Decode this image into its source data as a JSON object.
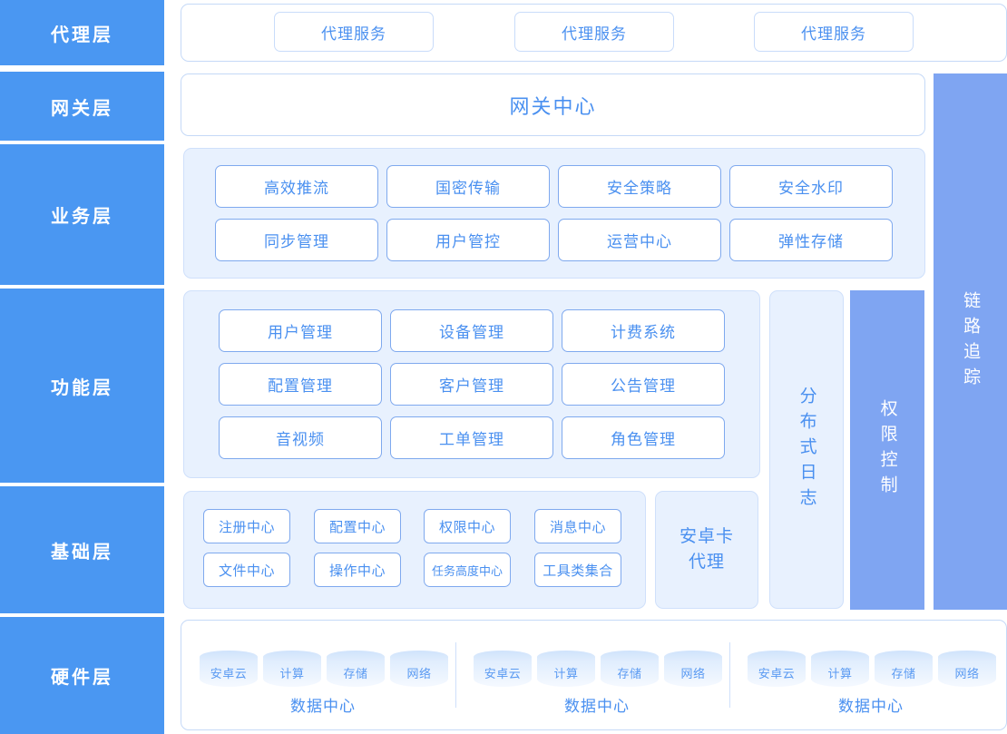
{
  "colors": {
    "sidebar_bg": "#4a97f2",
    "accent_text": "#4a90f0",
    "chip_border": "#7fa9ee",
    "tint_bg": "#e8f1fe",
    "filled_column": "#7fa5f2",
    "page_bg": "#ffffff"
  },
  "sidebar": {
    "layers": [
      {
        "label": "代理层"
      },
      {
        "label": "网关层"
      },
      {
        "label": "业务层"
      },
      {
        "label": "功能层"
      },
      {
        "label": "基础层"
      },
      {
        "label": "硬件层"
      }
    ]
  },
  "agent_layer": {
    "services": [
      {
        "label": "代理服务"
      },
      {
        "label": "代理服务"
      },
      {
        "label": "代理服务"
      }
    ]
  },
  "gateway_layer": {
    "title": "网关中心"
  },
  "business_layer": {
    "items": [
      {
        "label": "高效推流"
      },
      {
        "label": "国密传输"
      },
      {
        "label": "安全策略"
      },
      {
        "label": "安全水印"
      },
      {
        "label": "同步管理"
      },
      {
        "label": "用户管控"
      },
      {
        "label": "运营中心"
      },
      {
        "label": "弹性存储"
      }
    ]
  },
  "function_layer": {
    "items": [
      {
        "label": "用户管理"
      },
      {
        "label": "设备管理"
      },
      {
        "label": "计费系统"
      },
      {
        "label": "配置管理"
      },
      {
        "label": "客户管理"
      },
      {
        "label": "公告管理"
      },
      {
        "label": "音视频"
      },
      {
        "label": "工单管理"
      },
      {
        "label": "角色管理"
      }
    ]
  },
  "basic_layer": {
    "items": [
      {
        "label": "注册中心"
      },
      {
        "label": "配置中心"
      },
      {
        "label": "权限中心"
      },
      {
        "label": "消息中心"
      },
      {
        "label": "文件中心"
      },
      {
        "label": "操作中心"
      },
      {
        "label": "任务高度中心"
      },
      {
        "label": "工具类集合"
      }
    ],
    "android_proxy": "安卓卡\n代理",
    "android_proxy_line1": "安卓卡",
    "android_proxy_line2": "代理"
  },
  "side_columns": {
    "distributed_log": "分布式日志",
    "permission_control": "权限控制",
    "link_tracing": "链路追踪"
  },
  "hardware_layer": {
    "data_centers": [
      {
        "name": "数据中心",
        "nodes": [
          {
            "label": "安卓云"
          },
          {
            "label": "计算"
          },
          {
            "label": "存储"
          },
          {
            "label": "网络"
          }
        ]
      },
      {
        "name": "数据中心",
        "nodes": [
          {
            "label": "安卓云"
          },
          {
            "label": "计算"
          },
          {
            "label": "存储"
          },
          {
            "label": "网络"
          }
        ]
      },
      {
        "name": "数据中心",
        "nodes": [
          {
            "label": "安卓云"
          },
          {
            "label": "计算"
          },
          {
            "label": "存储"
          },
          {
            "label": "网络"
          }
        ]
      }
    ]
  }
}
